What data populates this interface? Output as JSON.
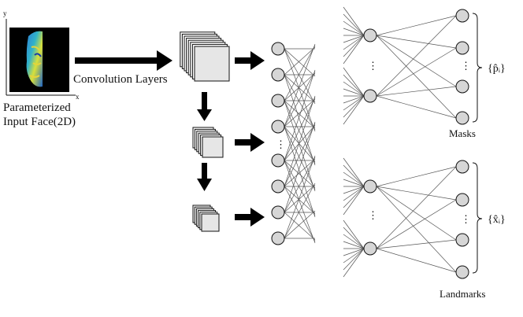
{
  "input": {
    "axis_y": "y",
    "axis_x": "x",
    "caption_line1": "Parameterized",
    "caption_line2": "Input Face(2D)"
  },
  "conv": {
    "label": "Convolution Layers"
  },
  "head_top": {
    "label": "Masks",
    "set_label": "{p̂ᵢ}"
  },
  "head_bottom": {
    "label": "Landmarks",
    "set_label": "{x̂ᵢ}"
  },
  "ellipsis": "⋮",
  "colors": {
    "node_fill": "#d6d6d6",
    "node_stroke": "#111111",
    "edge": "#555555",
    "arrow": "#000000",
    "face_bg": "#000000"
  }
}
